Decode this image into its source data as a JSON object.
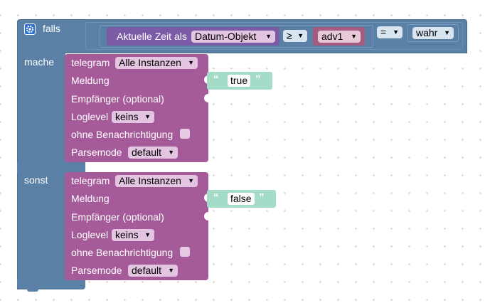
{
  "if_block": {
    "falls_label": "falls",
    "mache_label": "mache",
    "sonst_label": "sonst"
  },
  "condition": {
    "time_label": "Aktuelle Zeit als",
    "time_format": "Datum-Objekt",
    "operator": "≥",
    "variable": "adv1",
    "eq_operator": "=",
    "boolean_value": "wahr"
  },
  "telegram_blocks": [
    {
      "title": "telegram",
      "instance": "Alle Instanzen",
      "meldung_label": "Meldung",
      "meldung_value": "true",
      "empfaenger_label": "Empfänger (optional)",
      "loglevel_label": "Loglevel",
      "loglevel_value": "keins",
      "ohne_label": "ohne Benachrichtigung",
      "parsemode_label": "Parsemode",
      "parsemode_value": "default"
    },
    {
      "title": "telegram",
      "instance": "Alle Instanzen",
      "meldung_label": "Meldung",
      "meldung_value": "false",
      "empfaenger_label": "Empfänger (optional)",
      "loglevel_label": "Loglevel",
      "loglevel_value": "keins",
      "ohne_label": "ohne Benachrichtigung",
      "parsemode_label": "Parsemode",
      "parsemode_value": "default"
    }
  ],
  "colors": {
    "logic_block": "#5b80a5",
    "logic_dark": "#4a6b8c",
    "telegram_block": "#a55b99",
    "time_block": "#7b5ba5",
    "variable_block": "#a55b80",
    "text_block": "#a5dcc8"
  },
  "icons": {
    "gear": "gear-icon",
    "dropdown": "chevron-down-icon"
  }
}
